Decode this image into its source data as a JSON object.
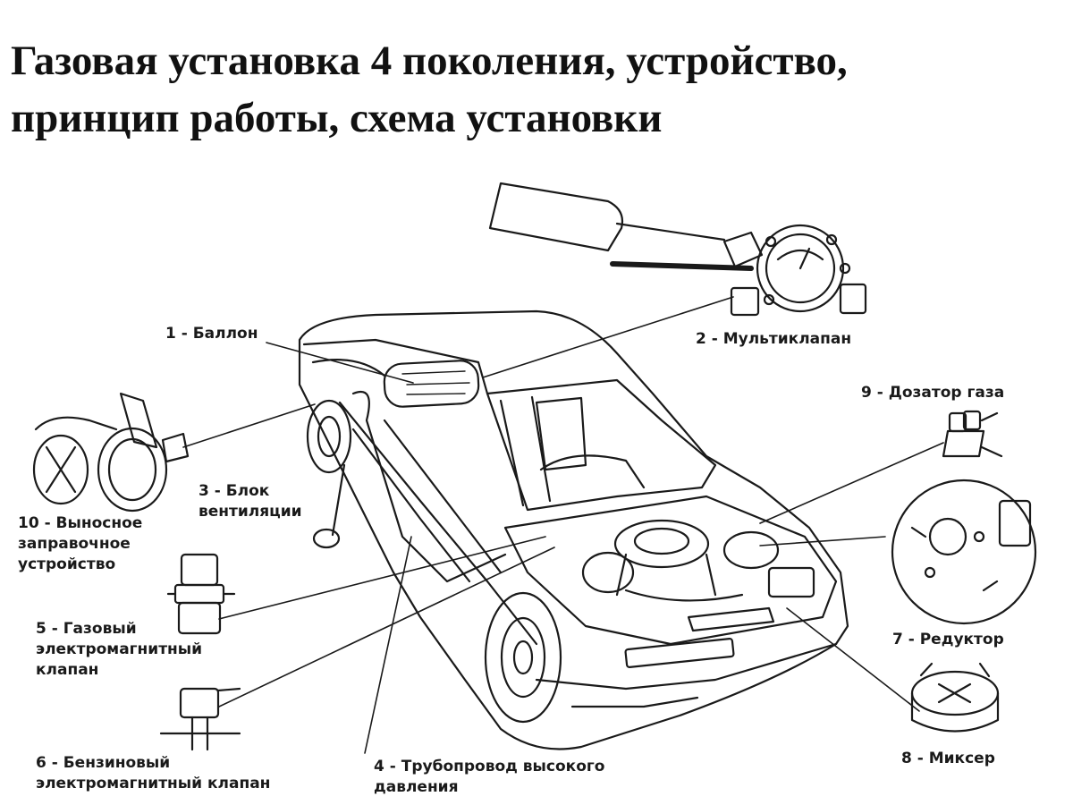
{
  "title": {
    "line1": "Газовая установка 4 поколения, устройство,",
    "line2": "принцип работы, схема установки"
  },
  "labels": {
    "l1": [
      "1 - Баллон"
    ],
    "l2": [
      "2 - Мультиклапан"
    ],
    "l3": [
      "3 - Блок",
      "вентиляции"
    ],
    "l4": [
      "4 - Трубопровод высокого",
      "давления"
    ],
    "l5": [
      "5 - Газовый",
      "электромагнитный",
      "клапан"
    ],
    "l6": [
      "6 - Бензиновый",
      "электромагнитный клапан"
    ],
    "l7": [
      "7 - Редуктор"
    ],
    "l8": [
      "8 - Миксер"
    ],
    "l9": [
      "9 - Дозатор газа"
    ],
    "l10": [
      "10 - Выносное",
      "заправочное",
      "устройство"
    ]
  }
}
